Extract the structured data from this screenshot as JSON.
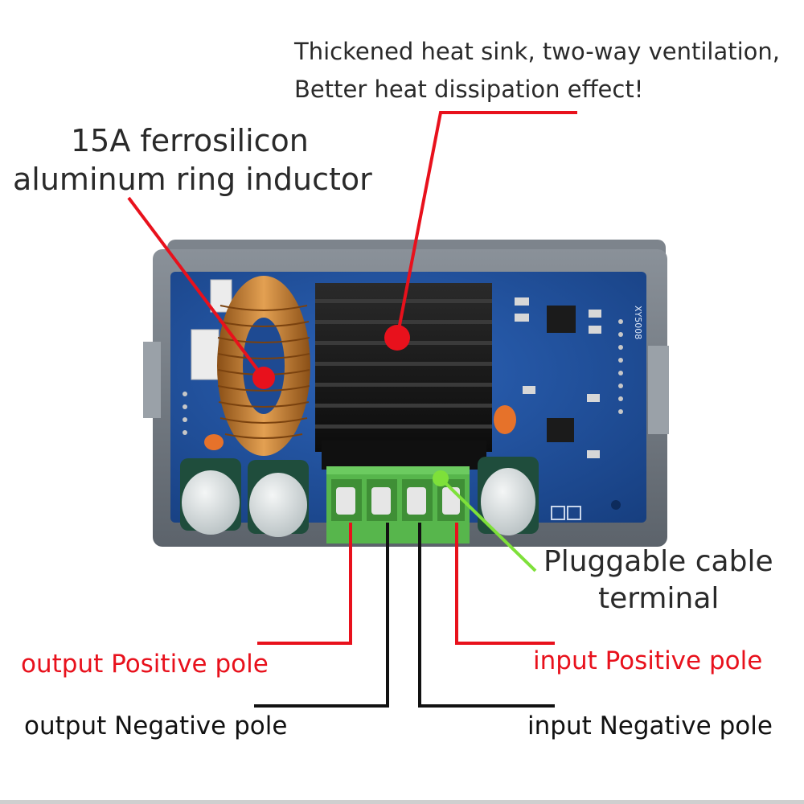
{
  "annotations": {
    "heatsink_line1": "Thickened heat sink, two-way ventilation,",
    "heatsink_line2": "Better heat dissipation effect!",
    "inductor_line1": "15A ferrosilicon",
    "inductor_line2": "aluminum ring inductor",
    "terminal_line1": "Pluggable cable",
    "terminal_line2": "terminal",
    "output_positive": "output Positive pole",
    "input_positive": "input Positive pole",
    "output_negative": "output Negative pole",
    "input_negative": "input Negative pole"
  },
  "board": {
    "model_mark": "XY5008"
  },
  "colors": {
    "callout_red": "#e8111c",
    "callout_green": "#7ee03a",
    "wire_black": "#111111",
    "pcb_blue": "#1f4f9e",
    "housing_gray": "#6f7780",
    "heatsink_black": "#141414",
    "terminal_green": "#54b44a",
    "inductor_copper": "#c9822e"
  }
}
